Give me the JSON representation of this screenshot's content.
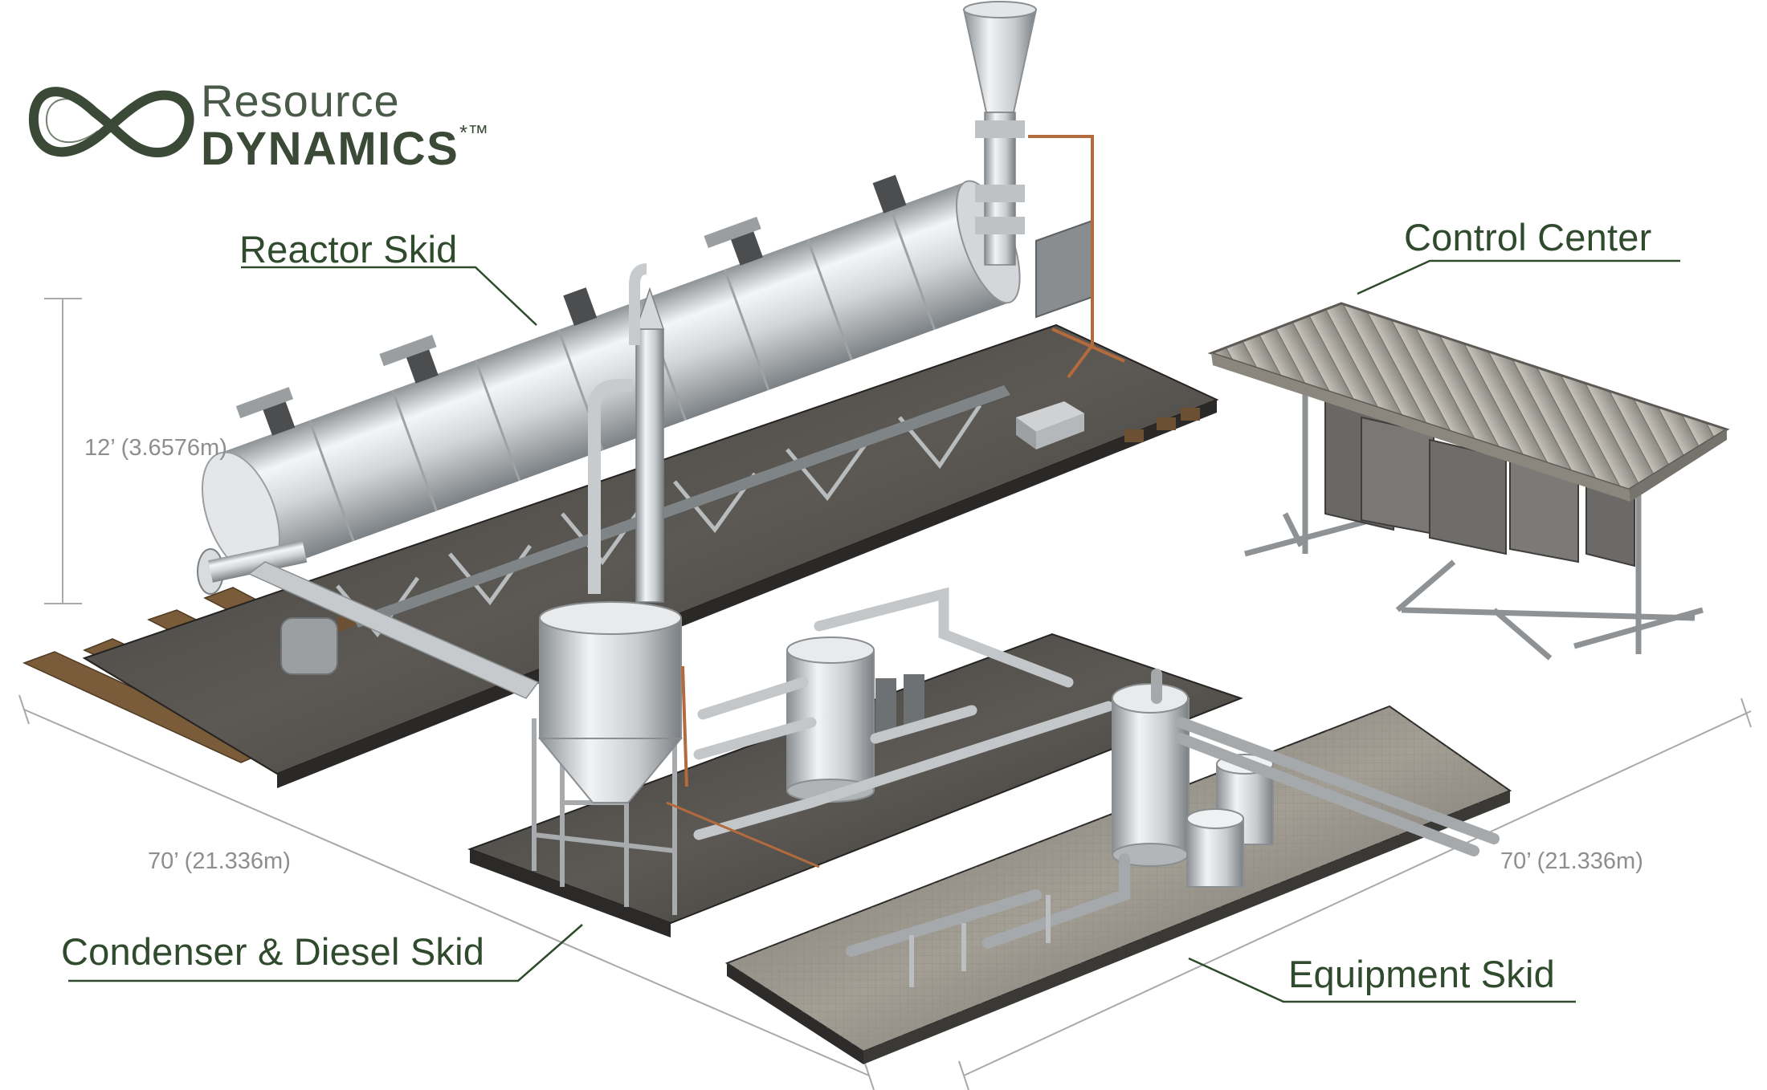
{
  "logo": {
    "line1": "Resource",
    "line2": "DYNAMICS",
    "mark": "*™",
    "color": "#3a4a36"
  },
  "labels": {
    "reactor_skid": "Reactor Skid",
    "control_center": "Control Center",
    "condenser_diesel_skid": "Condenser & Diesel Skid",
    "equipment_skid": "Equipment Skid"
  },
  "dimensions": {
    "height": "12’ (3.6576m)",
    "length_left": "70’ (21.336m)",
    "length_right": "70’ (21.336m)"
  },
  "colors": {
    "label_green": "#2f4a2c",
    "steel": "#cfd2d4",
    "deck": "#4a4844",
    "timber": "#7a5c3a"
  }
}
